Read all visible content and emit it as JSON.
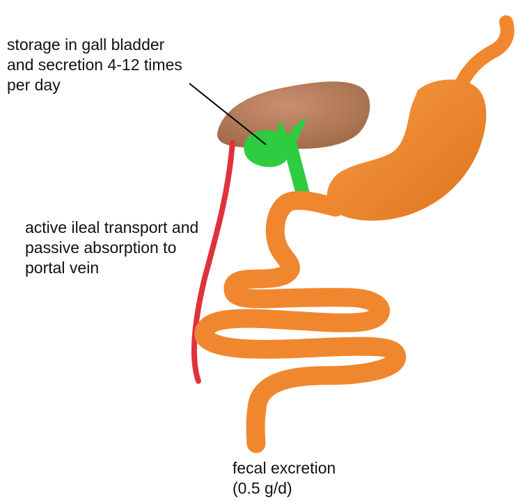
{
  "labels": {
    "storage": {
      "line1": "storage in gall bladder",
      "line2": "and secretion 4-12 times",
      "line3": "per day"
    },
    "transport": {
      "line1": "active ileal transport and",
      "line2": "passive absorption to",
      "line3": "portal vein"
    },
    "fecal": {
      "line1": "fecal excretion",
      "line2": "(0.5 g/d)"
    }
  },
  "colors": {
    "liver": "#b97f5a",
    "gallbladder": "#2ecc40",
    "stomach_intestine": "#f0872e",
    "portal_vein": "#e0323a",
    "pointer_line": "#000000",
    "text": "#111111"
  }
}
